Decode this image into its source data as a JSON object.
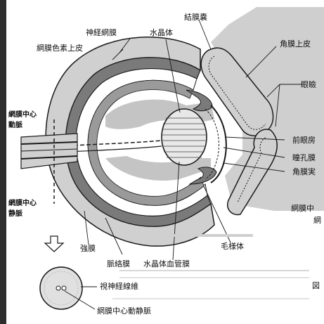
{
  "labels": {
    "retinal_pigment_epithelium": "網膜色素上皮",
    "retina": "神経網膜",
    "lens": "水晶体",
    "conjunctival_sac": "結膜嚢",
    "corneal_epithelium": "角膜上皮",
    "eyelid": "眼瞼",
    "central_retinal_artery": "網膜中心\n動脈",
    "central_retinal_vein": "網膜中心\n静脈",
    "anterior_chamber": "前眼房",
    "pupillary_membrane": "瞳孔膜",
    "corneal_stroma": "角膜実",
    "retina_center_cut": "網膜中",
    "cut_text": "網",
    "sclera": "強膜",
    "choroid": "脈絡膜",
    "hyaloid_vessels": "水晶体血管膜",
    "ciliary_body": "毛様体",
    "optic_nerve_fibers": "視神経線維",
    "central_retinal_vessels": "網膜中心動静脈",
    "figure_cut": "図"
  },
  "colors": {
    "background": "#ffffff",
    "sclera_fill": "#d0d0d0",
    "retina_fill": "#8a8a8a",
    "gray_region": "#c4c4c4",
    "line": "#1a1a1a"
  }
}
